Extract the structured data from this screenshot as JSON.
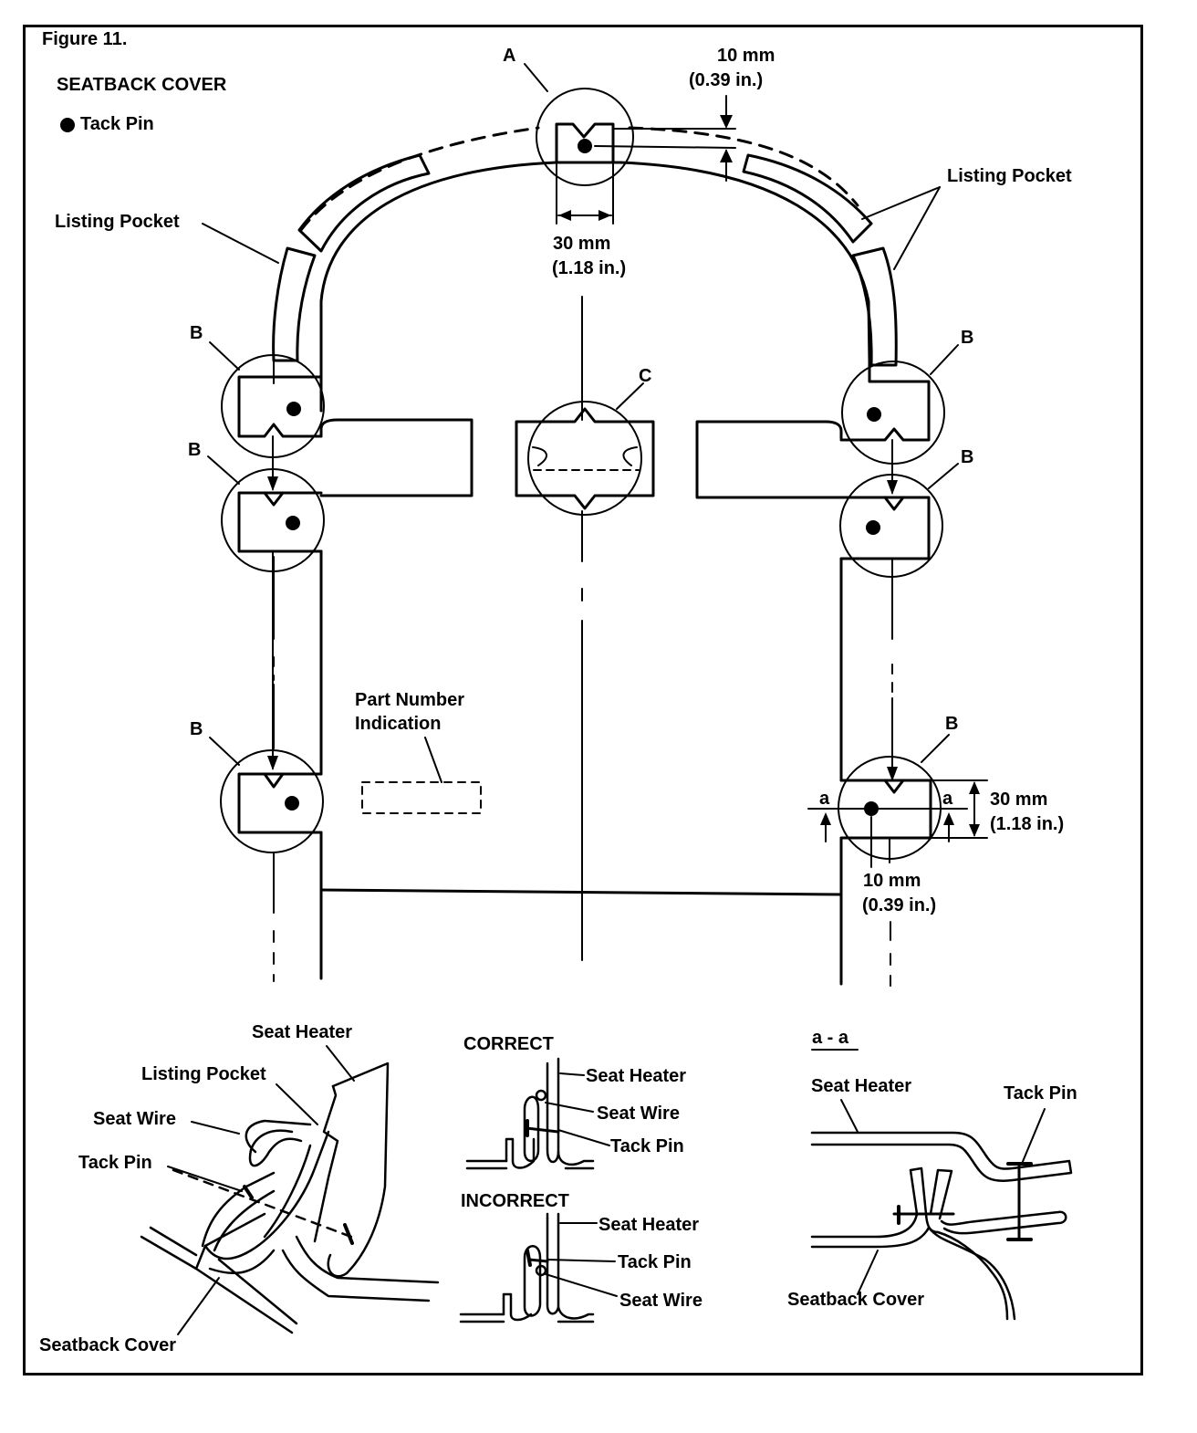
{
  "figure": {
    "number": "Figure 11.",
    "title": "SEATBACK COVER",
    "legend": "Tack Pin"
  },
  "main_view": {
    "callout_a": "A",
    "callout_b": "B",
    "callout_c": "C",
    "callout_small_a": "a",
    "listing_pocket": "Listing Pocket",
    "dim_top_mm": "10 mm",
    "dim_top_in": "(0.39 in.)",
    "dim_width_mm": "30 mm",
    "dim_width_in": "(1.18 in.)",
    "dim_side_mm": "30 mm",
    "dim_side_in": "(1.18 in.)",
    "dim_bottom_mm": "10 mm",
    "dim_bottom_in": "(0.39 in.)",
    "part_number_line1": "Part Number",
    "part_number_line2": "Indication"
  },
  "detail_left": {
    "seat_heater": "Seat Heater",
    "listing_pocket": "Listing Pocket",
    "seat_wire": "Seat Wire",
    "tack_pin": "Tack Pin",
    "seatback_cover": "Seatback Cover"
  },
  "detail_correct": {
    "heading": "CORRECT",
    "seat_heater": "Seat Heater",
    "seat_wire": "Seat Wire",
    "tack_pin": "Tack Pin"
  },
  "detail_incorrect": {
    "heading": "INCORRECT",
    "seat_heater": "Seat Heater",
    "tack_pin": "Tack Pin",
    "seat_wire": "Seat Wire"
  },
  "detail_section": {
    "heading": "a - a",
    "seat_heater": "Seat Heater",
    "tack_pin": "Tack Pin",
    "seatback_cover": "Seatback Cover"
  }
}
